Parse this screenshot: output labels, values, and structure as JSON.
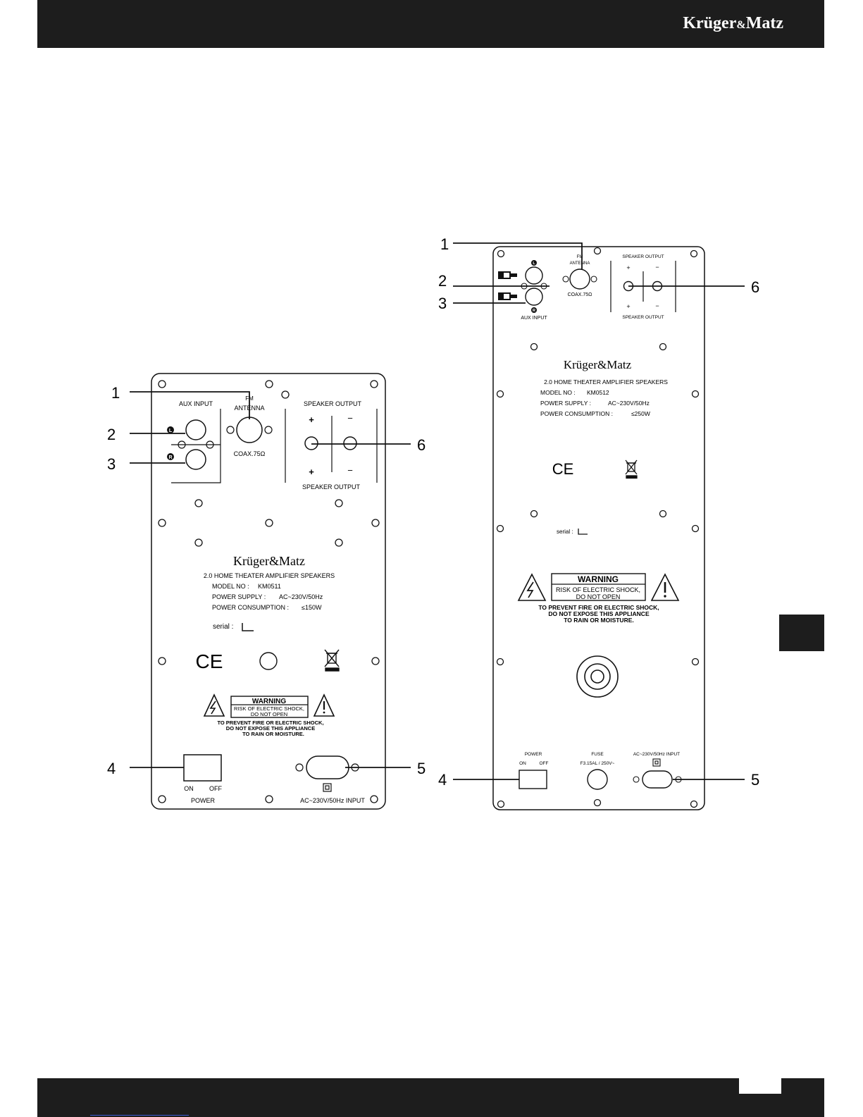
{
  "header": {
    "brand_main": "Krüger",
    "brand_amp": "&",
    "brand_tail": "Matz"
  },
  "left_panel": {
    "aux_input": "AUX INPUT",
    "fm_line1": "FM",
    "fm_line2": "ANTENNA",
    "coax": "COAX.75Ω",
    "speaker_output_top": "SPEAKER OUTPUT",
    "speaker_output_bottom": "SPEAKER OUTPUT",
    "plus": "+",
    "minus": "−",
    "L": "L",
    "R": "R",
    "brand": "Krüger&Matz",
    "product": "2.0 HOME THEATER AMPLIFIER SPEAKERS",
    "model_label": "MODEL NO :",
    "model_value": "KM0511",
    "supply_label": "POWER SUPPLY :",
    "supply_value": "AC~230V/50Hz",
    "consumption_label": "POWER CONSUMPTION :",
    "consumption_value": "≤150W",
    "serial": "serial :",
    "ce": "CE",
    "warning_title": "WARNING",
    "warning_line1": "RISK OF ELECTRIC SHOCK,",
    "warning_line2": "DO NOT OPEN",
    "caution1": "TO PREVENT FIRE OR ELECTRIC SHOCK,",
    "caution2": "DO NOT EXPOSE THIS APPLIANCE",
    "caution3": "TO RAIN OR MOISTURE.",
    "on": "ON",
    "off": "OFF",
    "power": "POWER",
    "ac_input": "AC~230V/50Hz INPUT"
  },
  "right_panel": {
    "aux_input": "AUX INPUT",
    "fm_line1": "FM",
    "fm_line2": "ANTENNA",
    "coax": "COAX.75Ω",
    "speaker_output_top": "SPEAKER OUTPUT",
    "speaker_output_bottom": "SPEAKER OUTPUT",
    "plus": "+",
    "minus": "−",
    "L": "L",
    "R": "R",
    "brand": "Krüger&Matz",
    "product": "2.0 HOME THEATER AMPLIFIER SPEAKERS",
    "model_label": "MODEL NO :",
    "model_value": "KM0512",
    "supply_label": "POWER SUPPLY :",
    "supply_value": "AC~230V/50Hz",
    "consumption_label": "POWER CONSUMPTION :",
    "consumption_value": "≤250W",
    "serial": "serial :",
    "ce": "CE",
    "warning_title": "WARNING",
    "warning_line1": "RISK OF ELECTRIC SHOCK,",
    "warning_line2": "DO NOT OPEN",
    "caution1": "TO PREVENT FIRE OR ELECTRIC SHOCK,",
    "caution2": "DO NOT EXPOSE THIS APPLIANCE",
    "caution3": "TO RAIN OR MOISTURE.",
    "power": "POWER",
    "on": "ON",
    "off": "OFF",
    "fuse": "FUSE",
    "fuse_value": "F3.15AL / 250V~",
    "ac_input": "AC~230V/50Hz INPUT"
  },
  "callouts": [
    "1",
    "2",
    "3",
    "4",
    "5",
    "6"
  ]
}
